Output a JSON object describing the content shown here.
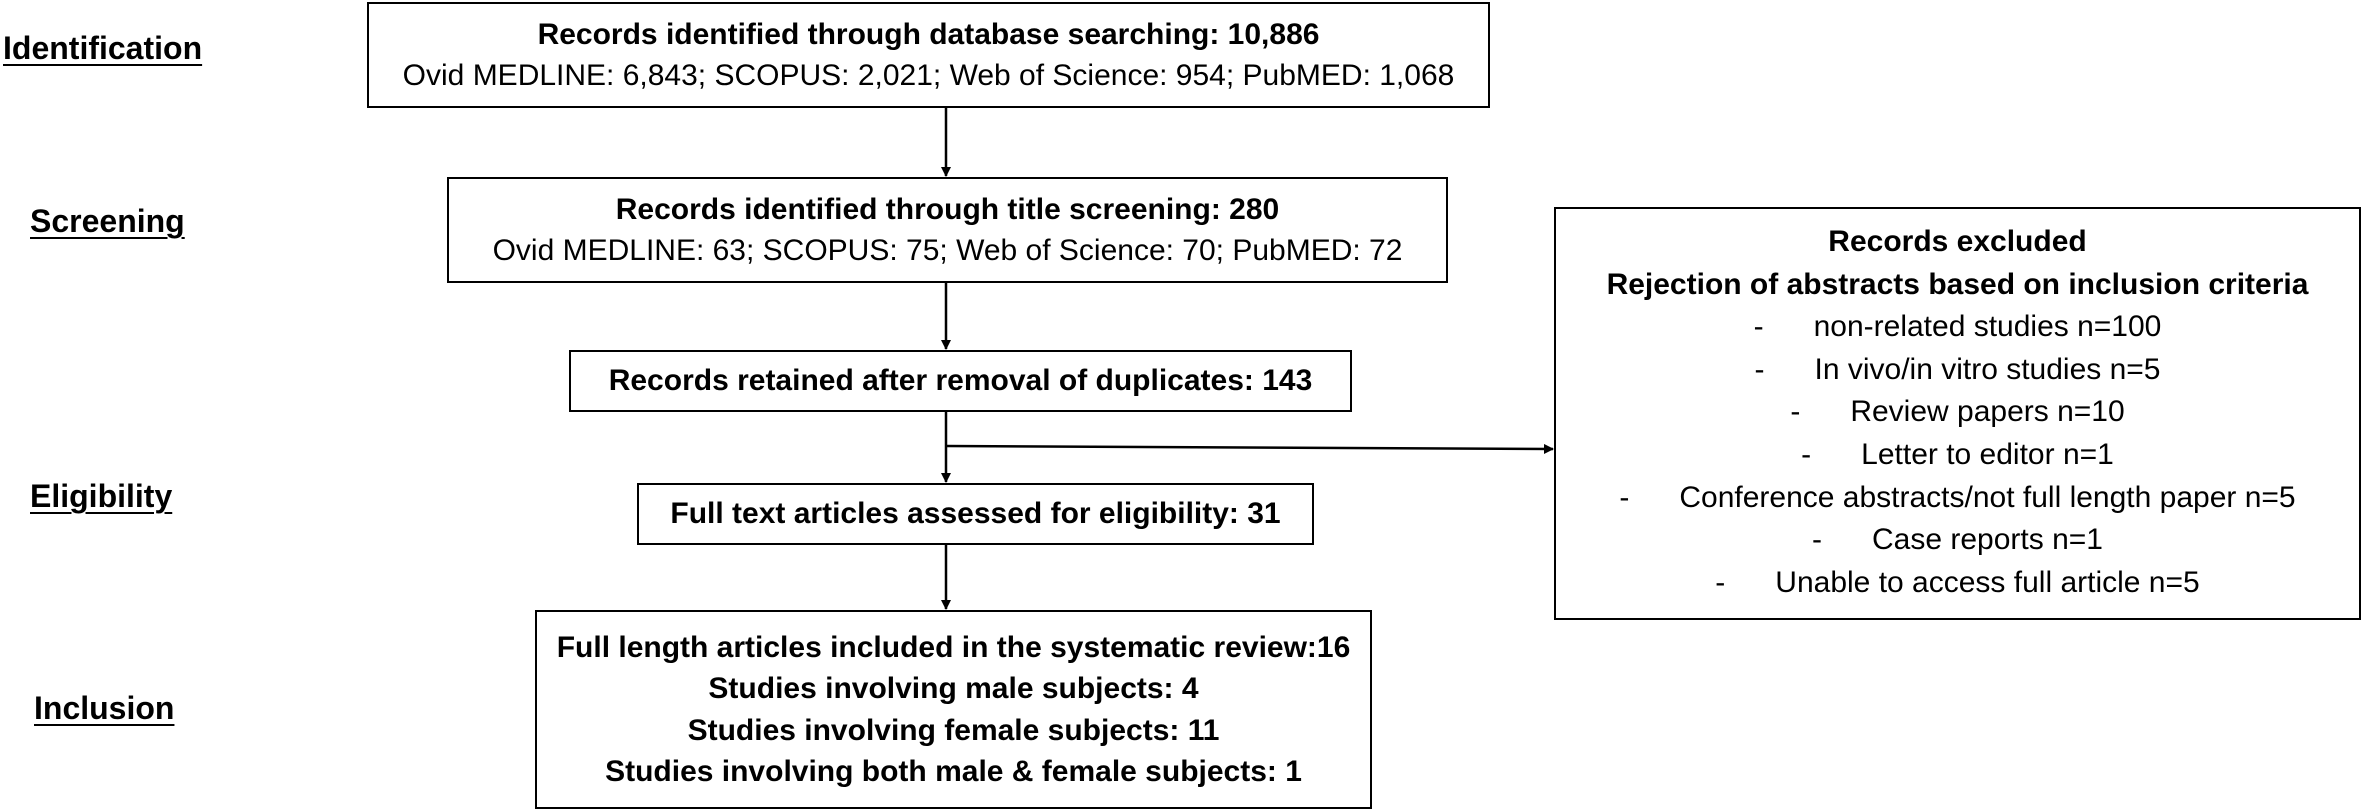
{
  "phases": {
    "identification": "Identification",
    "screening": "Screening",
    "eligibility": "Eligibility",
    "inclusion": "Inclusion"
  },
  "boxes": {
    "identified": {
      "title": "Records identified through database searching: 10,886",
      "detail": "Ovid MEDLINE: 6,843; SCOPUS: 2,021; Web of Science: 954; PubMED: 1,068"
    },
    "title_screening": {
      "title": "Records identified through title screening: 280",
      "detail": "Ovid MEDLINE: 63; SCOPUS: 75; Web of Science: 70; PubMED: 72"
    },
    "deduplicated": {
      "title": "Records retained after removal of duplicates: 143"
    },
    "full_text": {
      "title": "Full text articles assessed for eligibility: 31"
    },
    "included": {
      "lines": [
        "Full length articles included in the systematic review:16",
        "Studies involving male subjects: 4",
        "Studies involving female subjects: 11",
        "Studies involving both male & female subjects: 1"
      ]
    },
    "excluded": {
      "title": "Records excluded",
      "subtitle": "Rejection of abstracts based on inclusion criteria",
      "items": [
        "-      non-related studies n=100",
        "-      In vivo/in vitro studies n=5",
        "-      Review papers n=10",
        "-      Letter to editor n=1",
        "-      Conference abstracts/not full length paper n=5",
        "-      Case reports n=1",
        "-      Unable to access full article n=5"
      ]
    }
  }
}
